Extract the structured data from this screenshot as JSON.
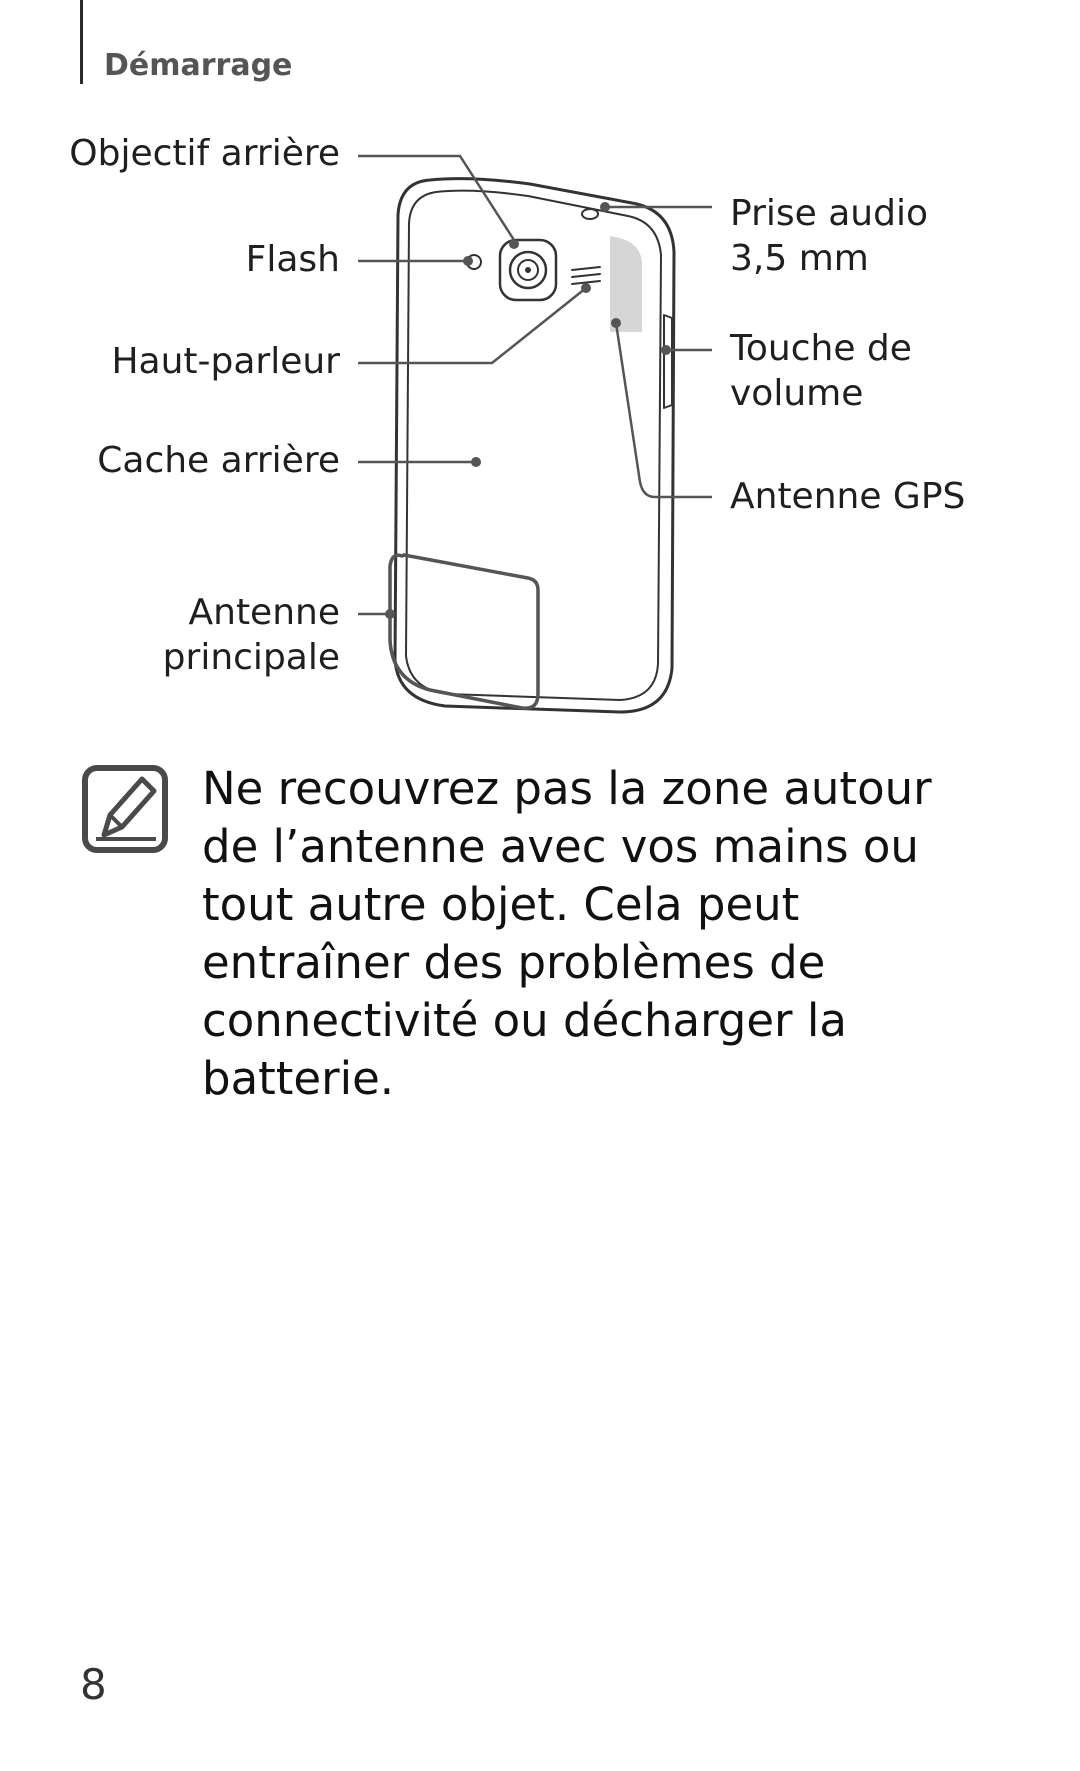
{
  "header": {
    "section": "Démarrage"
  },
  "figure": {
    "labels": {
      "rear_camera": "Objectif arrière",
      "flash": "Flash",
      "speaker": "Haut-parleur",
      "back_cover": "Cache arrière",
      "main_antenna_line1": "Antenne",
      "main_antenna_line2": "principale",
      "audio_jack_line1": "Prise audio",
      "audio_jack_line2": "3,5 mm",
      "volume_key_line1": "Touche de",
      "volume_key_line2": "volume",
      "gps_antenna": "Antenne GPS"
    }
  },
  "note": {
    "icon": "note-pencil-icon",
    "text": "Ne recouvrez pas la zone autour de l’antenne avec vos mains ou tout autre objet. Cela peut entraîner des problèmes de connectivité ou décharger la batterie."
  },
  "footer": {
    "page_number": "8"
  }
}
